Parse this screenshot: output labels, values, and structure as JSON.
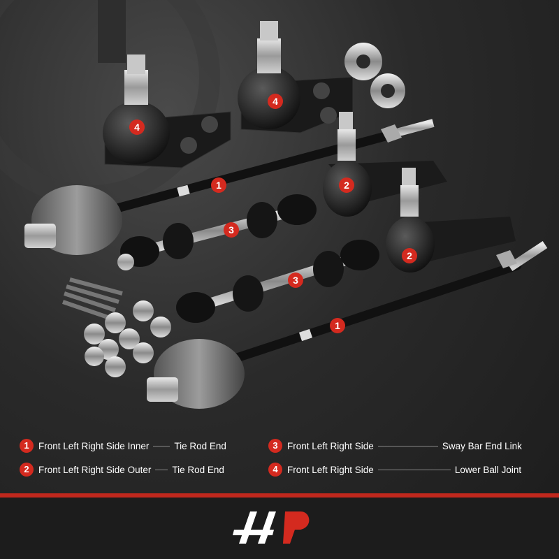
{
  "badges": {
    "one": "1",
    "two": "2",
    "three": "3",
    "four": "4"
  },
  "legend": [
    {
      "number": "1",
      "part": "Front Left Right Side Inner",
      "type": "Tie Rod End"
    },
    {
      "number": "2",
      "part": "Front Left Right Side Outer",
      "type": "Tie Rod End"
    },
    {
      "number": "3",
      "part": "Front Left Right Side",
      "type": "Sway Bar End Link"
    },
    {
      "number": "4",
      "part": "Front Left Right Side",
      "type": "Lower Ball Joint"
    }
  ],
  "colors": {
    "accent": "#d42a1f",
    "footer": "#1c1c1c"
  }
}
